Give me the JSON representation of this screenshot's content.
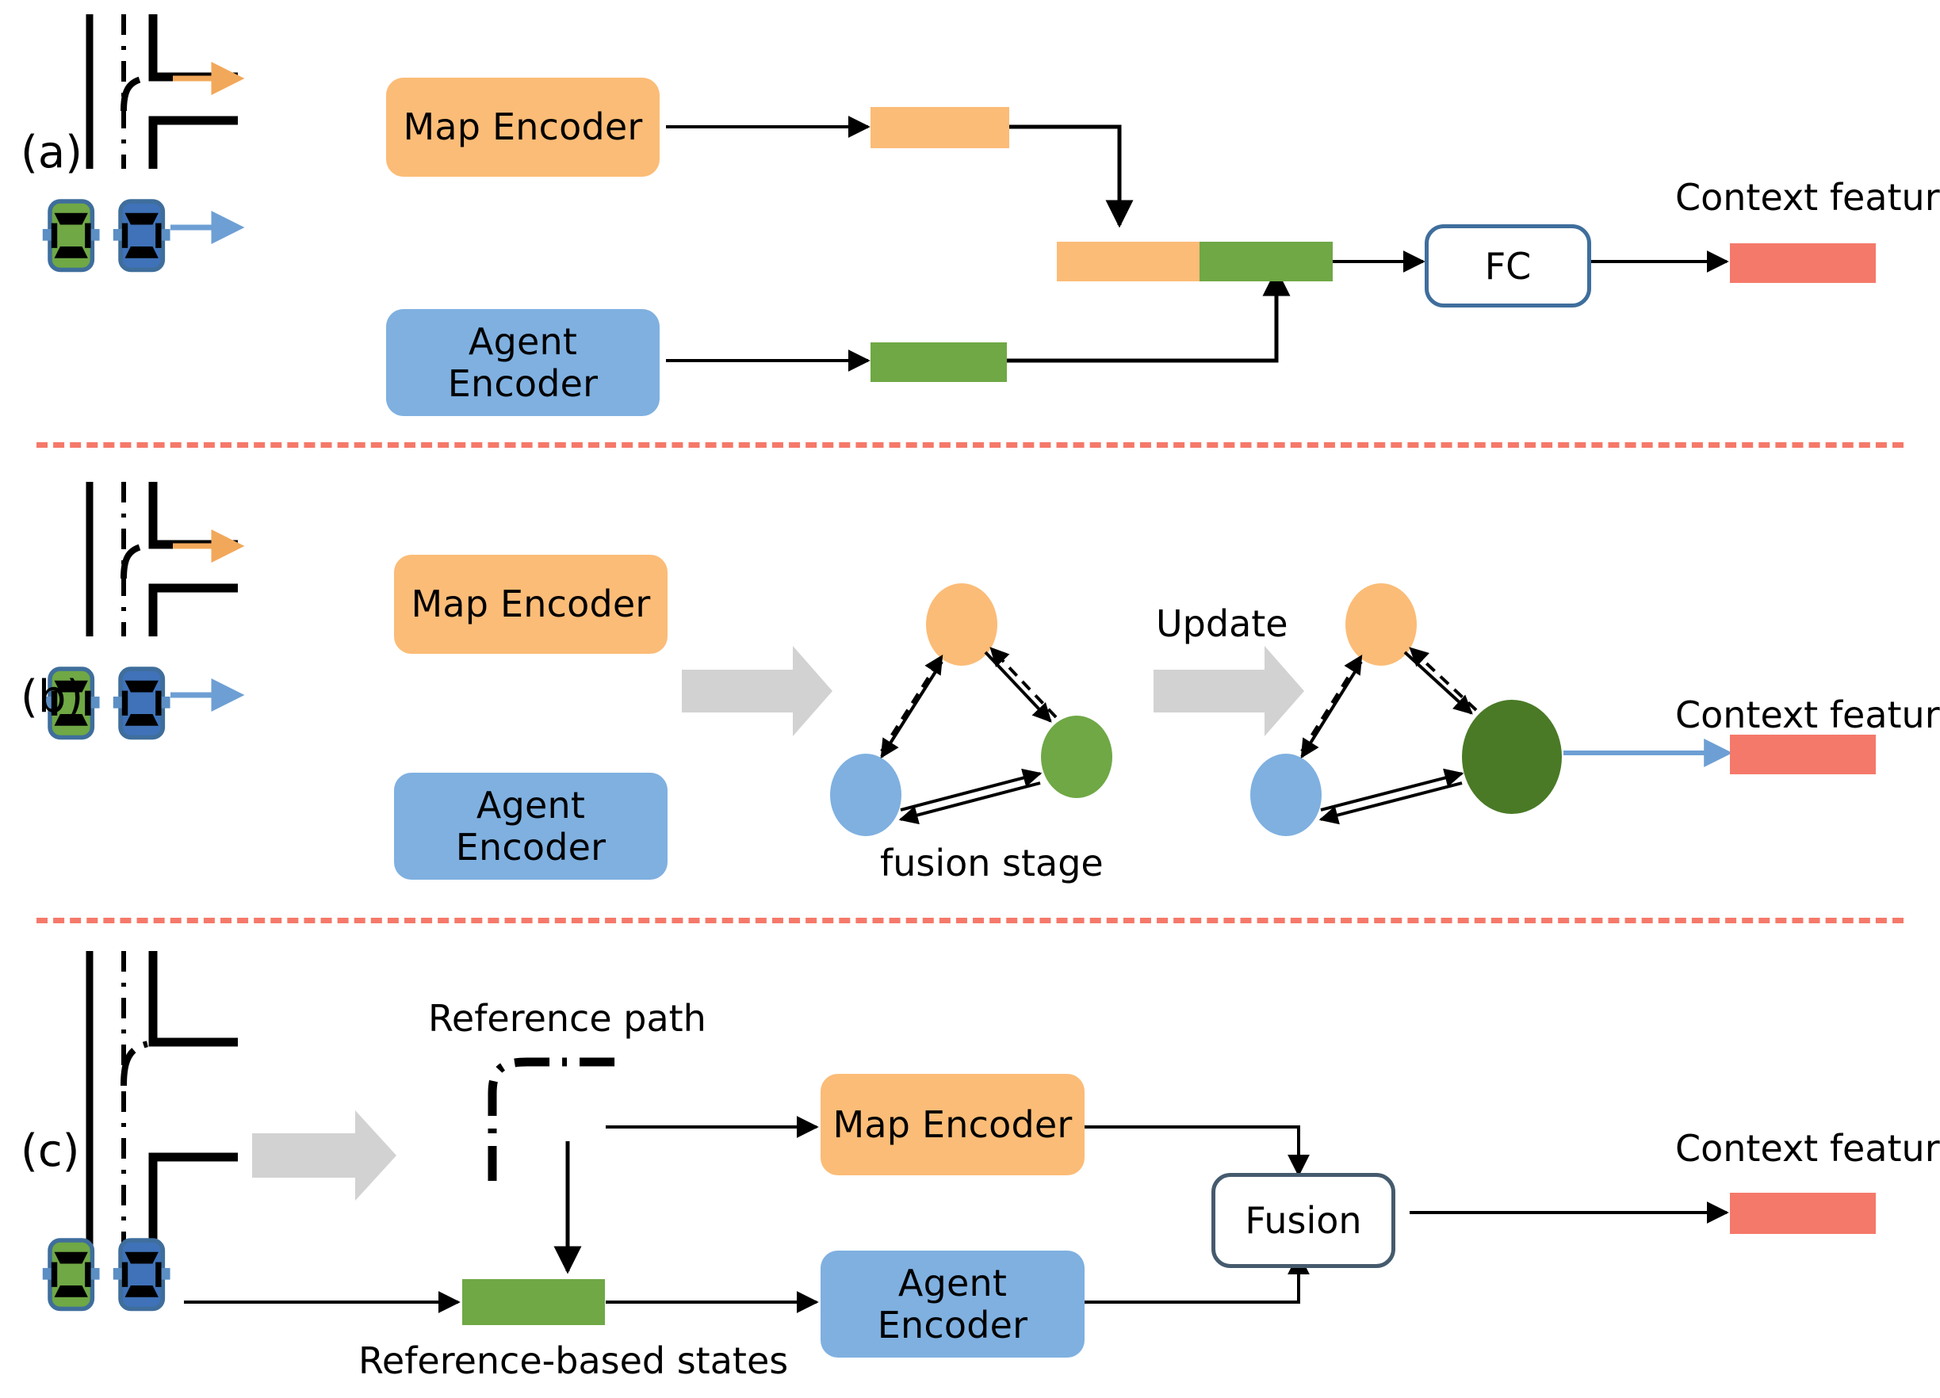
{
  "figure": {
    "type": "architecture-diagram",
    "panels": [
      {
        "id": "a",
        "label": "(a)",
        "blocks": [
          {
            "name": "map-encoder",
            "label": "Map Encoder",
            "color": "#fbbc77"
          },
          {
            "name": "agent-encoder",
            "label": "Agent\nEncoder",
            "color": "#7fb0e0"
          },
          {
            "name": "fc",
            "label": "FC",
            "color": "#ffffff"
          }
        ],
        "features": [
          {
            "name": "map-feature-bar",
            "color": "#fbbc77"
          },
          {
            "name": "agent-feature-bar",
            "color": "#6fa845"
          },
          {
            "name": "concat-bar-left",
            "color": "#fbbc77"
          },
          {
            "name": "concat-bar-right",
            "color": "#6fa845"
          },
          {
            "name": "context-feature-bar",
            "color": "#f5796a"
          }
        ],
        "captions": [
          {
            "name": "context-feature-label",
            "text": "Context feature"
          }
        ]
      },
      {
        "id": "b",
        "label": "(b)",
        "blocks": [
          {
            "name": "map-encoder",
            "label": "Map Encoder",
            "color": "#fbbc77"
          },
          {
            "name": "agent-encoder",
            "label": "Agent\nEncoder",
            "color": "#7fb0e0"
          }
        ],
        "graph_nodes": [
          {
            "name": "node-map",
            "color": "#fbbc77"
          },
          {
            "name": "node-agent",
            "color": "#7fb0e0"
          },
          {
            "name": "node-target",
            "color": "#6fa845"
          },
          {
            "name": "node-target-updated",
            "color": "#4a7a26"
          }
        ],
        "captions": [
          {
            "name": "fusion-stage-label",
            "text": "fusion stage"
          },
          {
            "name": "update-label",
            "text": "Update"
          },
          {
            "name": "context-feature-label",
            "text": "Context feature"
          }
        ],
        "features": [
          {
            "name": "context-feature-bar",
            "color": "#f5796a"
          }
        ]
      },
      {
        "id": "c",
        "label": "(c)",
        "blocks": [
          {
            "name": "map-encoder",
            "label": "Map Encoder",
            "color": "#fbbc77"
          },
          {
            "name": "agent-encoder",
            "label": "Agent\nEncoder",
            "color": "#7fb0e0"
          },
          {
            "name": "fusion",
            "label": "Fusion",
            "color": "#ffffff"
          }
        ],
        "features": [
          {
            "name": "reference-state-bar",
            "color": "#6fa845"
          },
          {
            "name": "context-feature-bar",
            "color": "#f5796a"
          }
        ],
        "captions": [
          {
            "name": "reference-path-label",
            "text": "Reference path"
          },
          {
            "name": "reference-based-states-label",
            "text": "Reference-based  states"
          },
          {
            "name": "context-feature-label",
            "text": "Context feature"
          }
        ]
      }
    ],
    "labels": {
      "panel_a": "(a)",
      "panel_b": "(b)",
      "panel_c": "(c)",
      "map_encoder": "Map Encoder",
      "agent_encoder_line1": "Agent",
      "agent_encoder_line2": "Encoder",
      "fc": "FC",
      "fusion": "Fusion",
      "context_feature": "Context feature",
      "fusion_stage": "fusion stage",
      "update": "Update",
      "reference_path": "Reference path",
      "reference_based_states": "Reference-based  states"
    },
    "colors": {
      "map_orange": "#fbbc77",
      "agent_blue": "#7fb0e0",
      "feature_green": "#6fa845",
      "feature_green_dark": "#4a7a26",
      "context_red": "#f5796a",
      "separator_red": "#f5796a",
      "gray_arrow": "#d2d2d2",
      "box_border_blue": "#3f6e9c",
      "box_border_dark": "#455a6d",
      "line_black": "#000000",
      "car_green": "#6fa845",
      "car_blue": "#3f72b8",
      "car_body_outline": "#3f6e9c"
    }
  }
}
